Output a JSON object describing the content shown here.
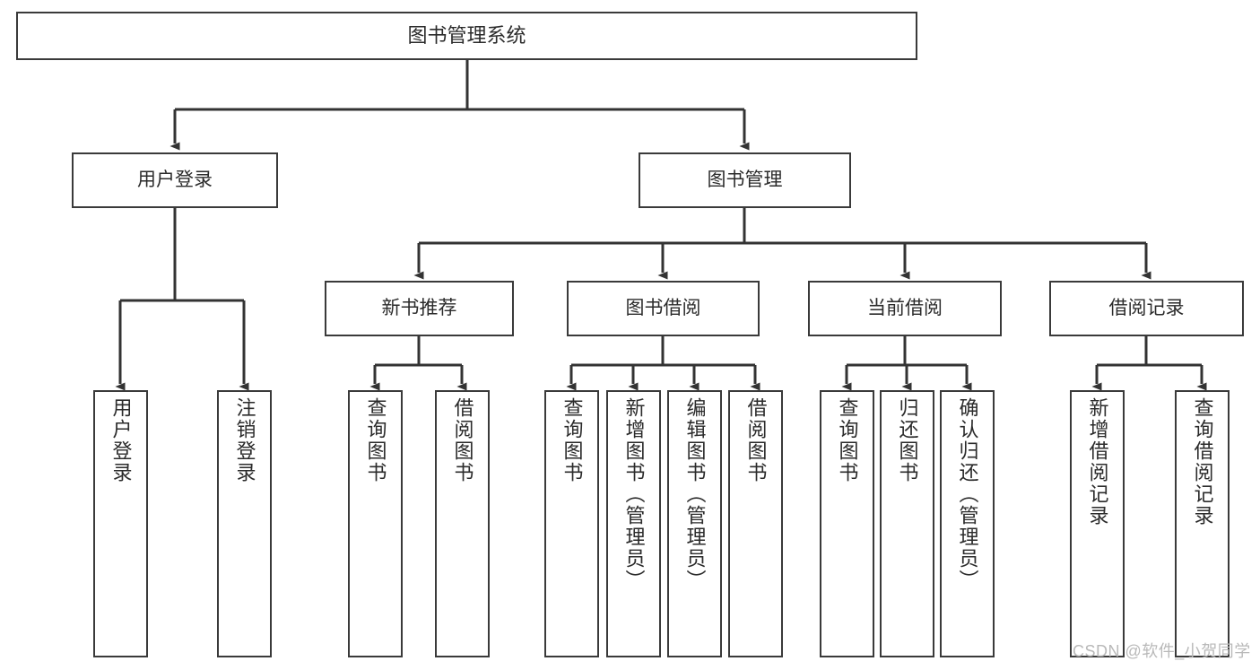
{
  "diagram": {
    "title": "图书管理系统",
    "type": "hierarchy-tree",
    "orientation": "top-down",
    "colors": {
      "box_border": "#3a3a3a",
      "box_fill": "#ffffff",
      "edge": "#333333",
      "text": "#2b2b2b",
      "watermark": "#b9b9b9"
    },
    "levels": 4
  },
  "nodes": {
    "root": {
      "label": "图书管理系统"
    },
    "level2": [
      {
        "id": "user-login",
        "label": "用户登录"
      },
      {
        "id": "book-manage",
        "label": "图书管理"
      }
    ],
    "level3": [
      {
        "id": "new-book-recommend",
        "label": "新书推荐"
      },
      {
        "id": "book-borrow",
        "label": "图书借阅"
      },
      {
        "id": "current-borrow",
        "label": "当前借阅"
      },
      {
        "id": "borrow-record",
        "label": "借阅记录"
      }
    ],
    "leaves": [
      {
        "id": "leaf-user-login",
        "parent": "user-login",
        "label": "用户登录"
      },
      {
        "id": "leaf-logout-login",
        "parent": "user-login",
        "label": "注销登录"
      },
      {
        "id": "leaf-query-book-1",
        "parent": "new-book-recommend",
        "label": "查询图书"
      },
      {
        "id": "leaf-borrow-book-1",
        "parent": "new-book-recommend",
        "label": "借阅图书"
      },
      {
        "id": "leaf-query-book-2",
        "parent": "book-borrow",
        "label": "查询图书"
      },
      {
        "id": "leaf-add-book-admin",
        "parent": "book-borrow",
        "label": "新增图书（管理员）"
      },
      {
        "id": "leaf-edit-book-admin",
        "parent": "book-borrow",
        "label": "编辑图书（管理员）"
      },
      {
        "id": "leaf-borrow-book-2",
        "parent": "book-borrow",
        "label": "借阅图书"
      },
      {
        "id": "leaf-query-book-3",
        "parent": "current-borrow",
        "label": "查询图书"
      },
      {
        "id": "leaf-return-book",
        "parent": "current-borrow",
        "label": "归还图书"
      },
      {
        "id": "leaf-confirm-return-admin",
        "parent": "current-borrow",
        "label": "确认归还（管理员）"
      },
      {
        "id": "leaf-add-borrow-record",
        "parent": "borrow-record",
        "label": "新增借阅记录"
      },
      {
        "id": "leaf-query-borrow-record",
        "parent": "borrow-record",
        "label": "查询借阅记录"
      }
    ]
  },
  "watermark": {
    "text": "CSDN @软件_小贺同学"
  }
}
